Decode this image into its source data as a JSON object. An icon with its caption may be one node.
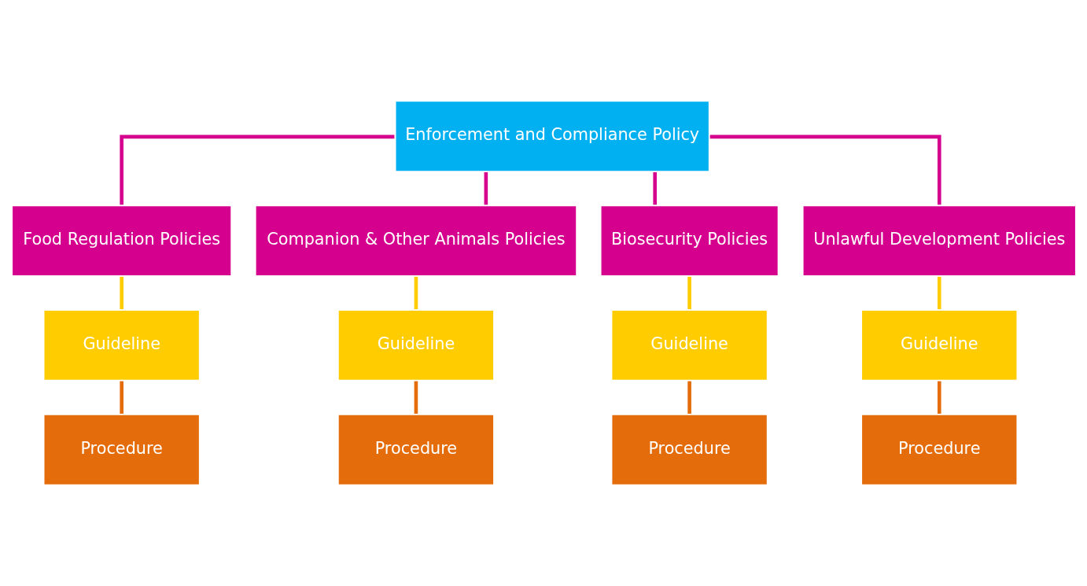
{
  "diagram": {
    "nodes": [
      {
        "text": [
          "Enforcement and Compliance Policy"
        ]
      },
      {
        "text": [
          "Food Regulation Policies"
        ]
      },
      {
        "text": [
          "Companion & Other Animals Policies"
        ]
      },
      {
        "text": [
          "Biosecurity Policies"
        ]
      },
      {
        "text": [
          "Unlawful Development Policies"
        ]
      },
      {
        "text": [
          "Guideline"
        ]
      },
      {
        "text": [
          "Guideline"
        ]
      },
      {
        "text": [
          "Guideline"
        ]
      },
      {
        "text": [
          "Guideline"
        ]
      },
      {
        "text": [
          "Procedure"
        ]
      },
      {
        "text": [
          "Procedure"
        ]
      },
      {
        "text": [
          "Procedure"
        ]
      },
      {
        "text": [
          "Procedure"
        ]
      }
    ],
    "edges": [
      {
        "from": 0,
        "to": 1,
        "arrow": "none",
        "color": "#d6008f"
      },
      {
        "from": 0,
        "to": 2,
        "arrow": "none",
        "color": "#d6008f"
      },
      {
        "from": 0,
        "to": 3,
        "arrow": "none",
        "color": "#d6008f"
      },
      {
        "from": 0,
        "to": 4,
        "arrow": "none",
        "color": "#d6008f"
      },
      {
        "from": 1,
        "to": 5,
        "arrow": "none",
        "color": "#ffcc00"
      },
      {
        "from": 2,
        "to": 6,
        "arrow": "none",
        "color": "#ffcc00"
      },
      {
        "from": 3,
        "to": 7,
        "arrow": "none",
        "color": "#ffcc00"
      },
      {
        "from": 4,
        "to": 8,
        "arrow": "none",
        "color": "#ffcc00"
      },
      {
        "from": 5,
        "to": 9,
        "arrow": "none",
        "color": "#e46c0a"
      },
      {
        "from": 6,
        "to": 10,
        "arrow": "none",
        "color": "#e46c0a"
      },
      {
        "from": 7,
        "to": 11,
        "arrow": "none",
        "color": "#e46c0a"
      },
      {
        "from": 8,
        "to": 12,
        "arrow": "none",
        "color": "#e46c0a"
      }
    ]
  }
}
